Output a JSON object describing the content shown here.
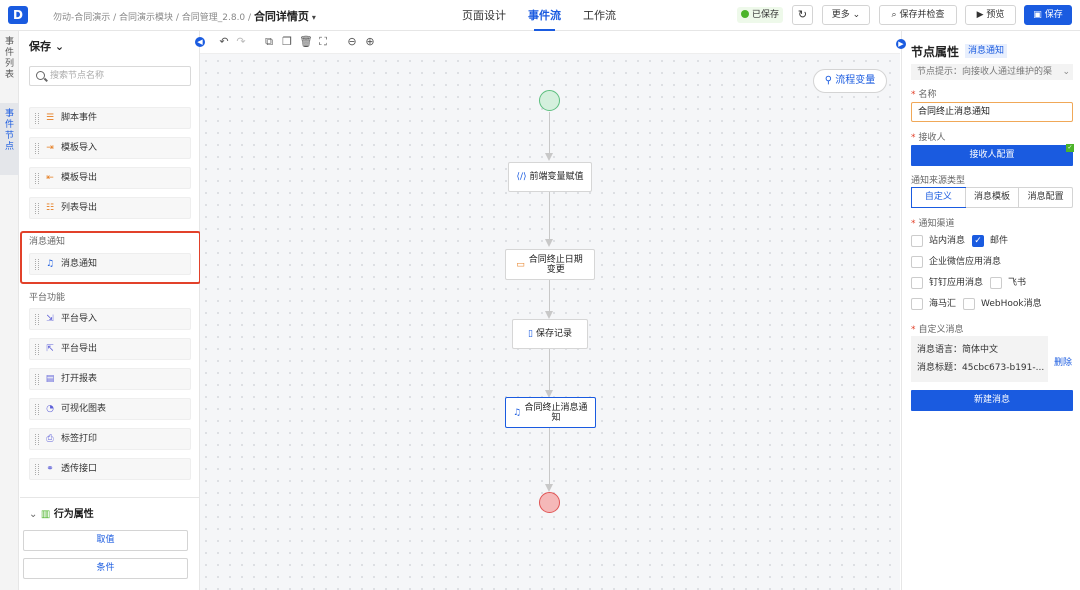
{
  "header": {
    "logo": "D",
    "breadcrumb": "勿动-合同演示 / 合同演示模块 / 合同管理_2.8.0 /",
    "current_page": "合同详情页",
    "tabs": [
      "页面设计",
      "事件流",
      "工作流"
    ],
    "active_tab": "事件流",
    "saved_status": "已保存",
    "more_label": "更多",
    "save_check_label": "保存并检查",
    "preview_label": "预览",
    "save_label": "保存"
  },
  "vertical_tabs": [
    "事件列表",
    "事件节点"
  ],
  "left_panel": {
    "title": "保存",
    "search_placeholder": "搜索节点名称",
    "nodes_top": [
      "脚本事件",
      "模板导入",
      "模板导出",
      "列表导出"
    ],
    "section_message": "消息通知",
    "message_node": "消息通知",
    "section_platform": "平台功能",
    "platform_nodes": [
      "平台导入",
      "平台导出",
      "打开报表",
      "可视化图表",
      "标签打印",
      "透传接口"
    ],
    "behavior_title": "行为属性",
    "behavior_buttons": [
      "取值",
      "条件"
    ]
  },
  "canvas": {
    "flow_var_label": "流程变量",
    "nodes": [
      "前端变量赋值",
      "合同终止日期变更",
      "保存记录",
      "合同终止消息通知"
    ]
  },
  "right_panel": {
    "title": "节点属性",
    "badge": "消息通知",
    "hint": "节点提示：向接收人通过维护的渠",
    "name_label": "名称",
    "name_value": "合同终止消息通知",
    "receiver_label": "接收人",
    "receiver_button": "接收人配置",
    "source_label": "通知来源类型",
    "source_options": [
      "自定义",
      "消息模板",
      "消息配置"
    ],
    "source_selected": "自定义",
    "channel_label": "通知渠道",
    "channels": {
      "inbox": "站内消息",
      "email": "邮件",
      "wechat_work": "企业微信应用消息",
      "dingtalk": "钉钉应用消息",
      "feishu": "飞书",
      "haimahui": "海马汇",
      "webhook": "WebHook消息"
    },
    "checked_channels": [
      "邮件"
    ],
    "custom_message_label": "自定义消息",
    "message_language": "消息语言：简体中文",
    "message_title": "消息标题：45cbc673-b191-...",
    "delete_label": "删除",
    "new_message_button": "新建消息"
  },
  "colors": {
    "primary": "#1a5be0",
    "highlight_border": "#e2412a",
    "start_node": "#5cbf7e",
    "end_node": "#e05555",
    "saved_green": "#4cb42a"
  }
}
